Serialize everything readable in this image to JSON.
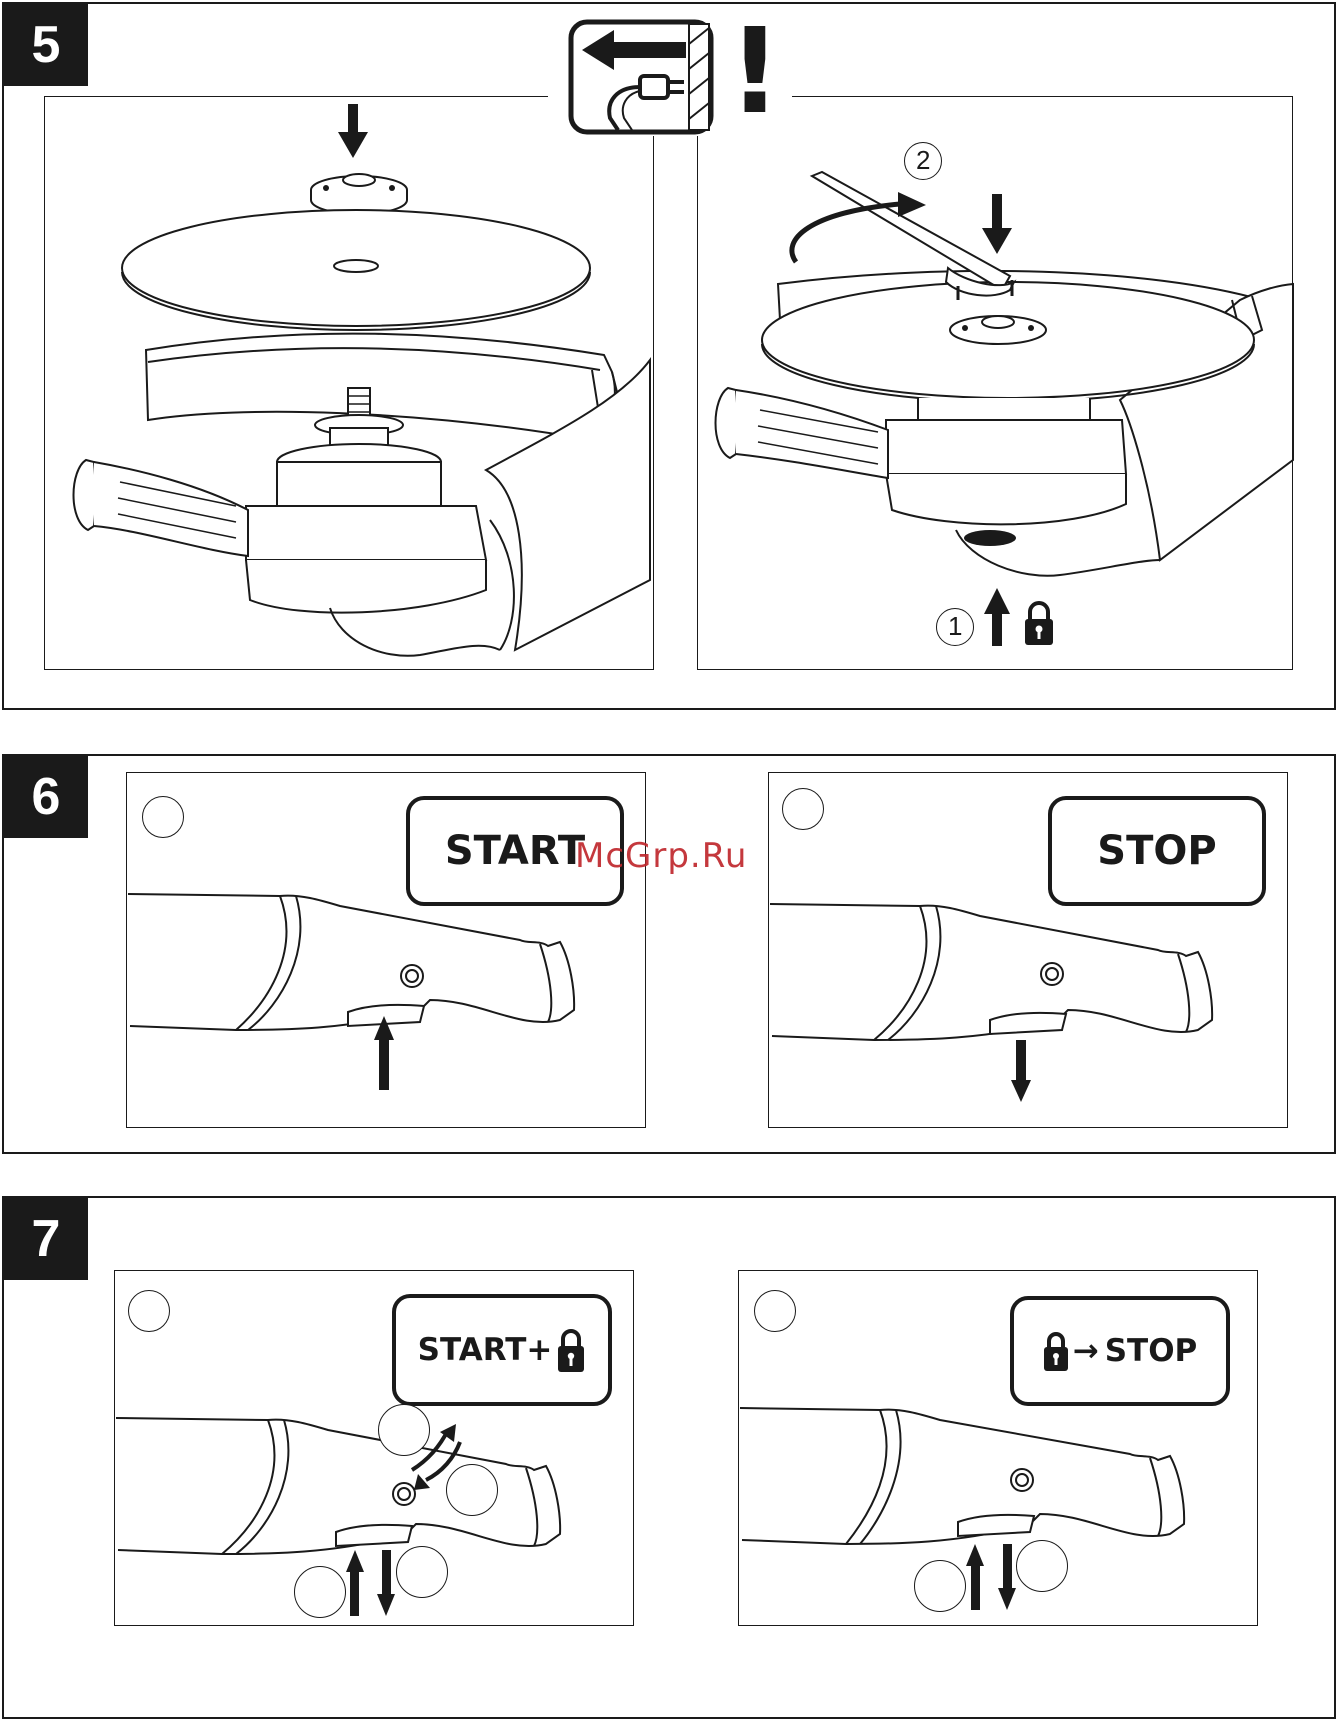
{
  "sections": [
    {
      "number": "5"
    },
    {
      "number": "6"
    },
    {
      "number": "7"
    }
  ],
  "fig5": {
    "callout_1": "1",
    "callout_2": "2",
    "warning_mark": "!"
  },
  "fig6": {
    "start_label": "START",
    "stop_label": "STOP"
  },
  "fig7": {
    "start_lock_label": "START+",
    "lock_stop_label": "STOP",
    "arrow_glyph": "→"
  },
  "watermark": "McGrp.Ru",
  "colors": {
    "ink": "#1a1a1a",
    "watermark": "#c0282d"
  }
}
